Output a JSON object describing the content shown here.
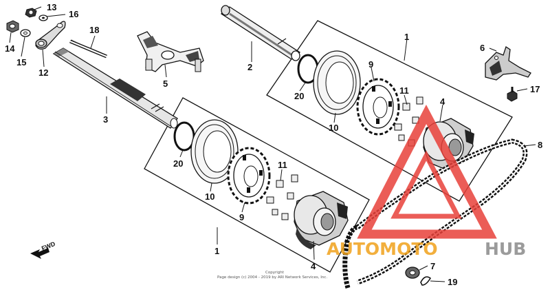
{
  "diagram": {
    "callouts": [
      {
        "id": "13",
        "label": "13"
      },
      {
        "id": "16",
        "label": "16"
      },
      {
        "id": "14",
        "label": "14"
      },
      {
        "id": "15",
        "label": "15"
      },
      {
        "id": "12",
        "label": "12"
      },
      {
        "id": "18",
        "label": "18"
      },
      {
        "id": "5",
        "label": "5"
      },
      {
        "id": "3",
        "label": "3"
      },
      {
        "id": "2",
        "label": "2"
      },
      {
        "id": "1a",
        "label": "1"
      },
      {
        "id": "9a",
        "label": "9"
      },
      {
        "id": "20a",
        "label": "20"
      },
      {
        "id": "11a",
        "label": "11"
      },
      {
        "id": "4a",
        "label": "4"
      },
      {
        "id": "10a",
        "label": "10"
      },
      {
        "id": "6",
        "label": "6"
      },
      {
        "id": "17",
        "label": "17"
      },
      {
        "id": "8",
        "label": "8"
      },
      {
        "id": "20b",
        "label": "20"
      },
      {
        "id": "11b",
        "label": "11"
      },
      {
        "id": "10b",
        "label": "10"
      },
      {
        "id": "9b",
        "label": "9"
      },
      {
        "id": "1b",
        "label": "1"
      },
      {
        "id": "4b",
        "label": "4"
      },
      {
        "id": "7",
        "label": "7"
      },
      {
        "id": "19",
        "label": "19"
      }
    ],
    "direction_marker": "FWD",
    "copyright_line1": "Copyright",
    "copyright_line2": "Page design (c) 2004 - 2019 by ARI Network Services, Inc.",
    "watermark": {
      "text_orange": "AUTOMOTO",
      "text_gray": "HUB",
      "color_red": "#e8413a",
      "color_orange": "#f0a21c",
      "color_gray": "#8a8a8a"
    }
  }
}
